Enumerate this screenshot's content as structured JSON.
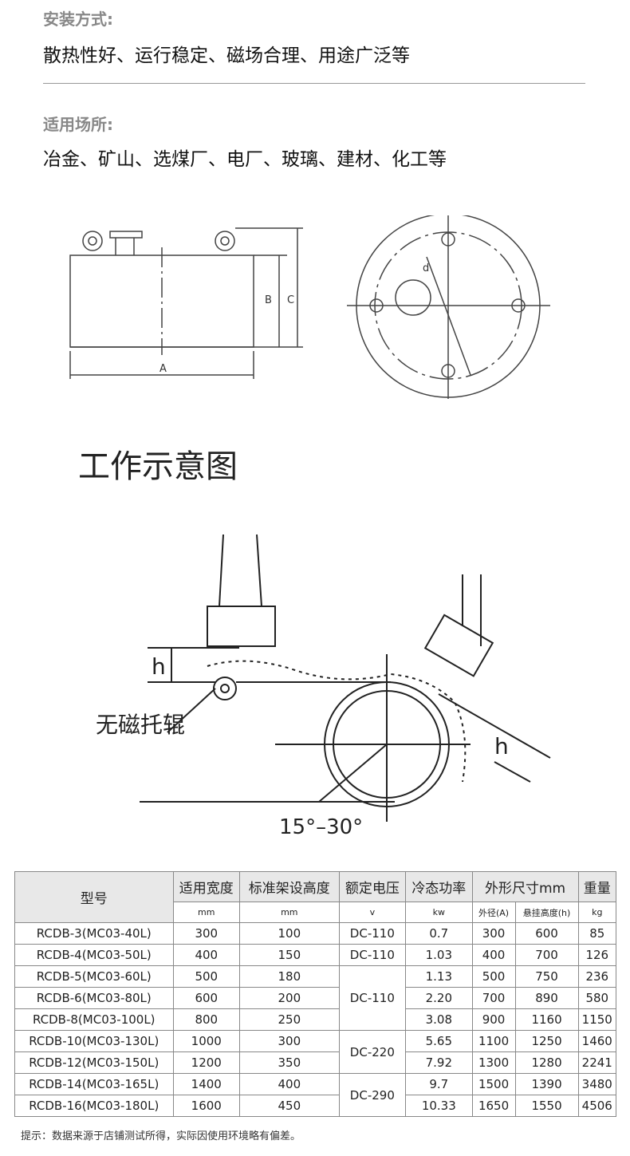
{
  "install": {
    "label": "安装方式:",
    "value": "散热性好、运行稳定、磁场合理、用途广泛等"
  },
  "usage": {
    "label": "适用场所:",
    "value": "冶金、矿山、选煤厂、电厂、玻璃、建材、化工等"
  },
  "dims": {
    "a": "A",
    "b": "B",
    "c": "C",
    "d": "d"
  },
  "work_title": "工作示意图",
  "work": {
    "h": "h",
    "roller": "无磁托辊",
    "angle": "15°–30°"
  },
  "table": {
    "headers": {
      "model": "型号",
      "width": "适用宽度",
      "height": "标准架设高度",
      "voltage": "额定电压",
      "power": "冷态功率",
      "size": "外形尺寸mm",
      "weight": "重量"
    },
    "units": {
      "width": "mm",
      "height": "mm",
      "voltage": "v",
      "power": "kw",
      "outer": "外径(A)",
      "hang": "悬挂高度(h)",
      "weight": "kg"
    },
    "rows": [
      [
        "RCDB-3(MC03-40L)",
        "300",
        "100",
        "DC-110",
        "0.7",
        "300",
        "600",
        "85"
      ],
      [
        "RCDB-4(MC03-50L)",
        "400",
        "150",
        "DC-110",
        "1.03",
        "400",
        "700",
        "126"
      ],
      [
        "RCDB-5(MC03-60L)",
        "500",
        "180",
        "DC-110",
        "1.13",
        "500",
        "750",
        "236"
      ],
      [
        "RCDB-6(MC03-80L)",
        "600",
        "200",
        "",
        "2.20",
        "700",
        "890",
        "580"
      ],
      [
        "RCDB-8(MC03-100L)",
        "800",
        "250",
        "",
        "3.08",
        "900",
        "1160",
        "1150"
      ],
      [
        "RCDB-10(MC03-130L)",
        "1000",
        "300",
        "DC-220",
        "5.65",
        "1100",
        "1250",
        "1460"
      ],
      [
        "RCDB-12(MC03-150L)",
        "1200",
        "350",
        "",
        "7.92",
        "1300",
        "1280",
        "2241"
      ],
      [
        "RCDB-14(MC03-165L)",
        "1400",
        "400",
        "DC-290",
        "9.7",
        "1500",
        "1390",
        "3480"
      ],
      [
        "RCDB-16(MC03-180L)",
        "1600",
        "450",
        "",
        "10.33",
        "1650",
        "1550",
        "4506"
      ]
    ]
  },
  "note": "提示：数据来源于店铺测试所得，实际因使用环境略有偏差。"
}
